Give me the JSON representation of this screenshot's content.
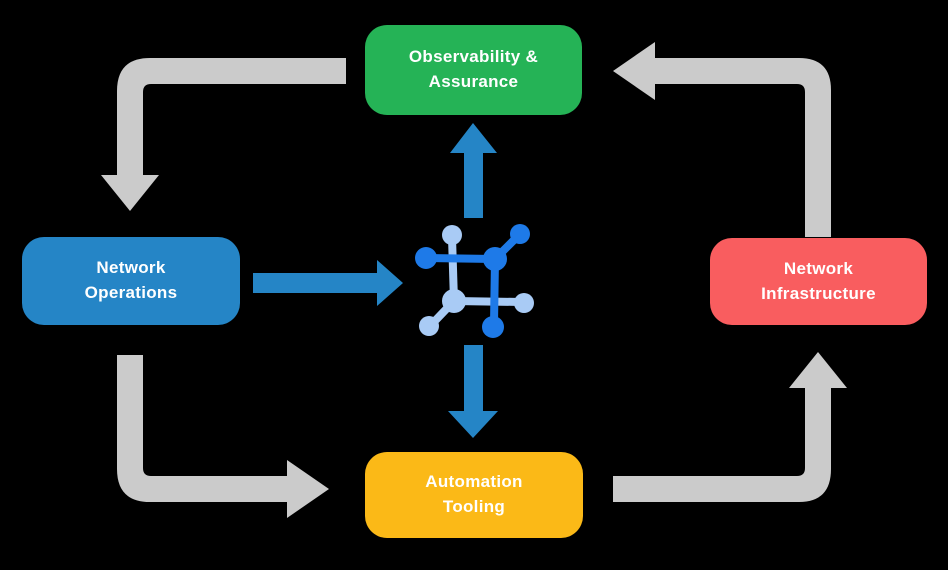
{
  "colors": {
    "canvas_bg": "#000000",
    "node_green": "#25B356",
    "node_blue": "#2585C6",
    "node_red": "#F95D5F",
    "node_yellow": "#FBB917",
    "cycle_arrow": "#CBCBCB",
    "flow_arrow": "#2585C6",
    "icon_primary": "#1E7AE8",
    "icon_secondary": "#A9CBF5",
    "label_text": "#FFFFFF"
  },
  "nodes": {
    "observability": {
      "label": "Observability &\nAssurance",
      "color": "#25B356"
    },
    "operations": {
      "label": "Network\nOperations",
      "color": "#2585C6"
    },
    "infrastructure": {
      "label": "Network\nInfrastructure",
      "color": "#F95D5F"
    },
    "automation": {
      "label": "Automation\nTooling",
      "color": "#FBB917"
    }
  },
  "center_icon": {
    "name": "network-automation-hub-icon"
  },
  "edges": {
    "cycle": [
      {
        "from": "observability",
        "to": "operations",
        "style": "gray-elbow"
      },
      {
        "from": "operations",
        "to": "automation",
        "style": "gray-elbow"
      },
      {
        "from": "automation",
        "to": "infrastructure",
        "style": "gray-elbow"
      },
      {
        "from": "infrastructure",
        "to": "observability",
        "style": "gray-elbow"
      }
    ],
    "flows": [
      {
        "from": "operations",
        "to": "hub",
        "style": "blue-straight"
      },
      {
        "from": "hub",
        "to": "observability",
        "style": "blue-straight"
      },
      {
        "from": "hub",
        "to": "automation",
        "style": "blue-straight"
      }
    ]
  }
}
